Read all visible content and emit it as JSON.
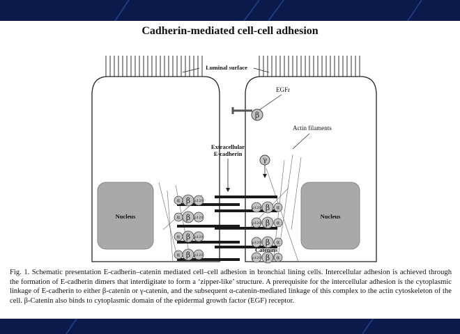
{
  "title": "Cadherin-mediated cell-cell adhesion",
  "labels": {
    "luminal_surface": "Luminal surface",
    "egfr": "EGFr",
    "actin_filaments": "Actin filaments",
    "extracellular_line1": "Extracellular",
    "extracellular_line2": "E-cadherin",
    "nucleus": "Nucleus",
    "catenins": "Catenins",
    "beta": "β",
    "gamma": "γ",
    "alpha": "α",
    "p120": "p120"
  },
  "caption": "Fig. 1. Schematic presentation E-cadherin–catenin mediated cell–cell adhesion in bronchial lining cells. Intercellular adhesion is achieved through the formation of E-cadherin dimers that interdigitate to form a ‘zipper-like’ structure. A prerequisite for the intercellular adhesion is the cytoplasmic linkage of E-cadherin to either β-catenin or γ-catenin, and the subsequent α-catenin-mediated linkage of this complex to the actin cytoskeleton of the cell. β-Catenin also binds to cytoplasmic domain of the epidermal growth factor (EGF) receptor.",
  "colors": {
    "band": "#0b1a4a",
    "nucleus": "#a9a9a9",
    "cadherin": "#1a1a1a",
    "catenin": "#c4c4c4"
  }
}
